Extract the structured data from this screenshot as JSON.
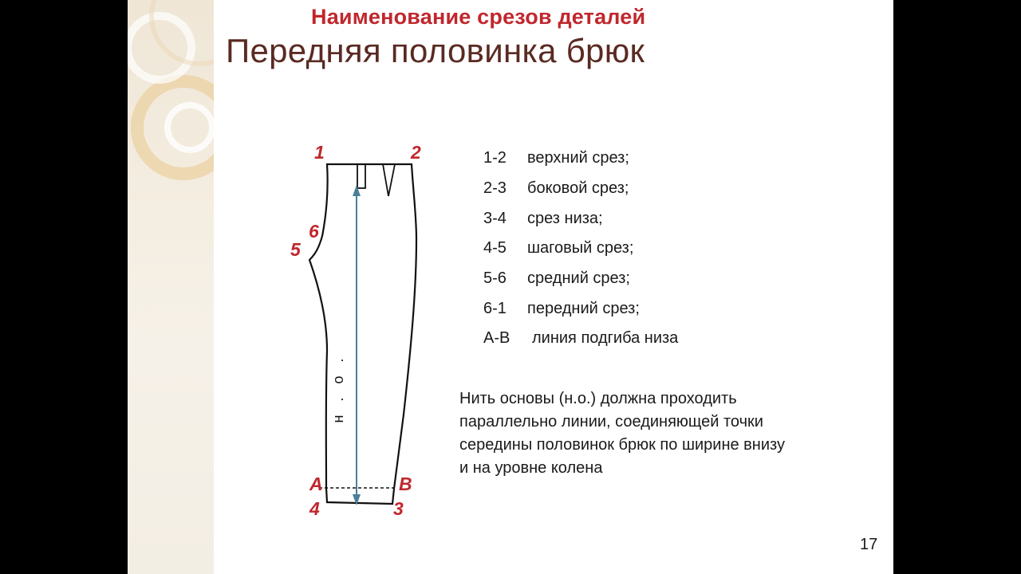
{
  "header": {
    "subtitle": "Наименование срезов деталей",
    "title": "Передняя половинка брюк"
  },
  "pattern": {
    "point_labels": [
      "1",
      "2",
      "6",
      "5",
      "A",
      "B",
      "4",
      "3"
    ],
    "grain_label": "н . о ."
  },
  "legend": [
    {
      "code": "1-2",
      "desc": "верхний срез;"
    },
    {
      "code": "2-3",
      "desc": "боковой срез;"
    },
    {
      "code": "3-4",
      "desc": "срез низа;"
    },
    {
      "code": "4-5",
      "desc": "шаговый срез;"
    },
    {
      "code": "5-6",
      "desc": "средний срез;"
    },
    {
      "code": "6-1",
      "desc": "передний срез;"
    },
    {
      "code": "А-В",
      "desc": "линия подгиба низа"
    }
  ],
  "note": "Нить основы (н.о.) должна проходить параллельно линии, соединяющей точки середины половинок брюк по ширине внизу и на уровне колена",
  "page_number": "17",
  "colors": {
    "label_red": "#c0272d",
    "title_brown": "#5a2a22",
    "grain_line": "#4a7f9a"
  }
}
